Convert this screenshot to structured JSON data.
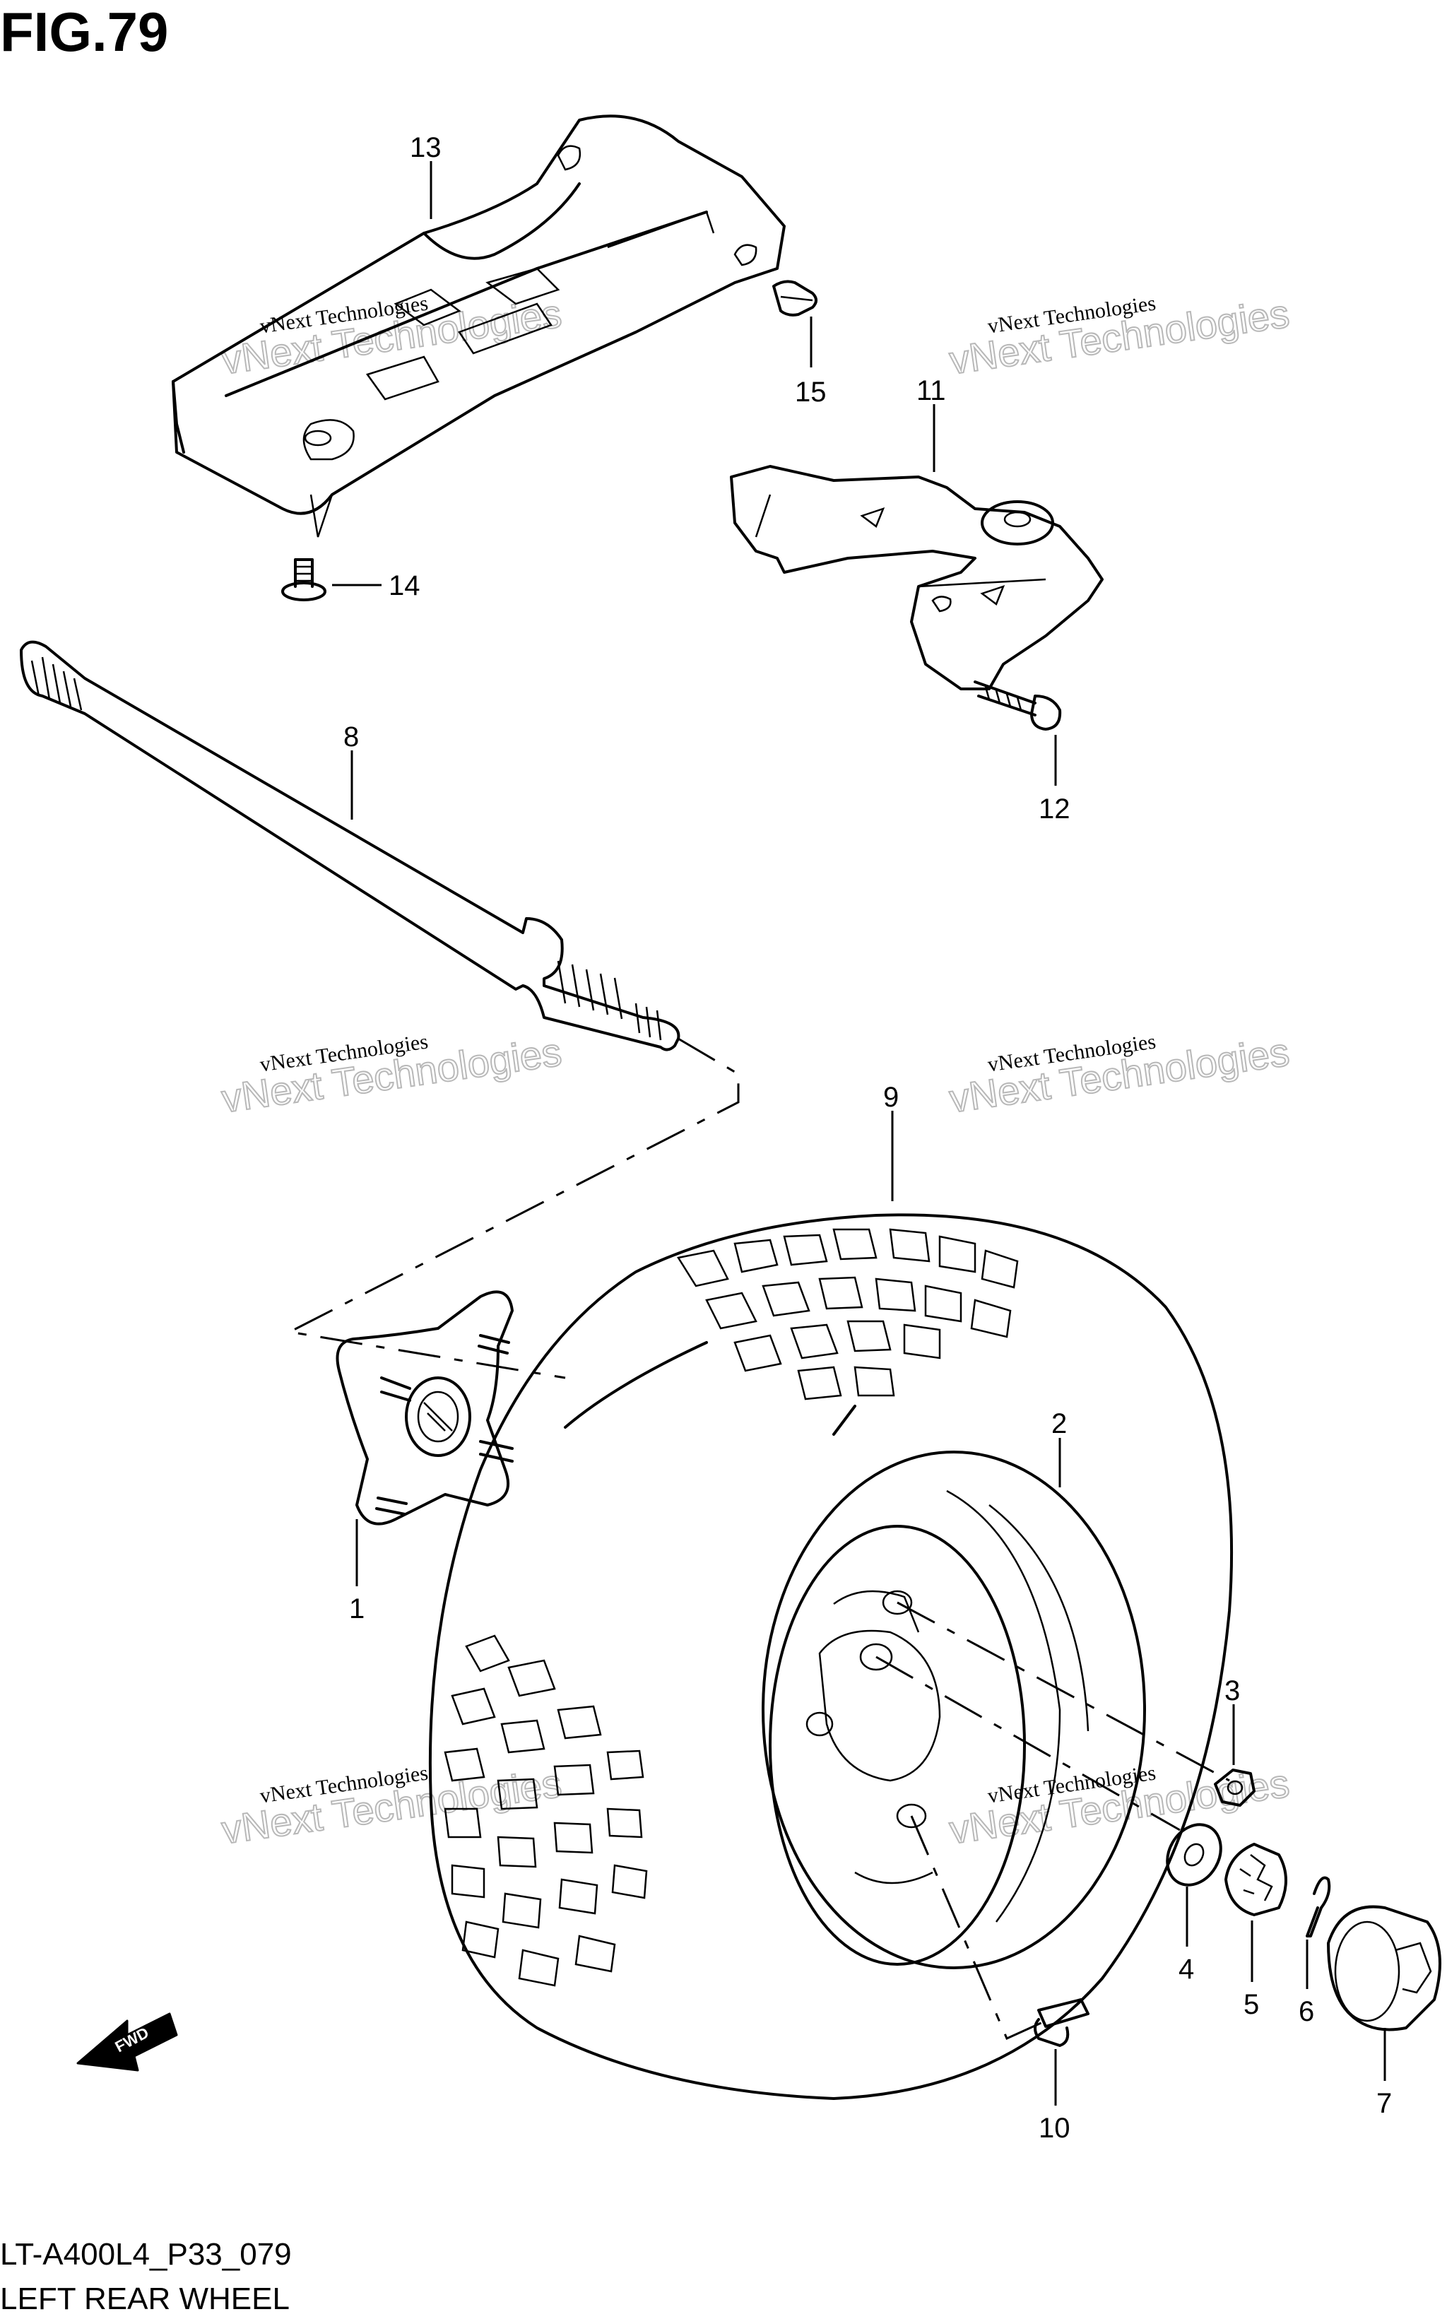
{
  "figure": {
    "title": "FIG.79",
    "code": "LT-A400L4_P33_079",
    "caption": "LEFT REAR WHEEL"
  },
  "fwd_label": "FWD",
  "watermark": {
    "line1": "vNext Technologies",
    "line2": "vNext Technologies"
  },
  "callouts": [
    {
      "num": "13",
      "part": "skid-plate-guard"
    },
    {
      "num": "15",
      "part": "guard-bolt"
    },
    {
      "num": "11",
      "part": "bracket"
    },
    {
      "num": "14",
      "part": "guard-bolt-lower"
    },
    {
      "num": "8",
      "part": "rear-axle-shaft"
    },
    {
      "num": "12",
      "part": "bracket-bolt"
    },
    {
      "num": "9",
      "part": "tire"
    },
    {
      "num": "2",
      "part": "rim"
    },
    {
      "num": "1",
      "part": "wheel-hub"
    },
    {
      "num": "3",
      "part": "wheel-nut"
    },
    {
      "num": "4",
      "part": "washer"
    },
    {
      "num": "5",
      "part": "castle-nut"
    },
    {
      "num": "6",
      "part": "cotter-pin"
    },
    {
      "num": "7",
      "part": "hub-cap"
    },
    {
      "num": "10",
      "part": "valve"
    }
  ]
}
